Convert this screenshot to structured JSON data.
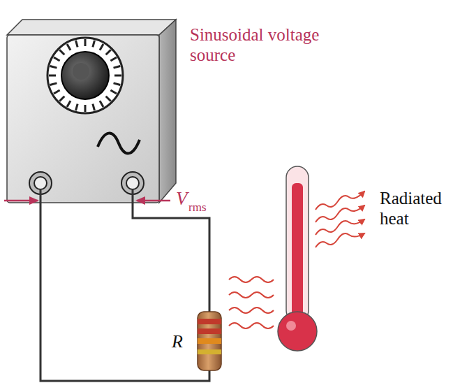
{
  "diagram": {
    "labels": [
      "Sinusoidal voltage source",
      "V",
      "rms",
      "Radiated heat",
      "R"
    ]
  }
}
